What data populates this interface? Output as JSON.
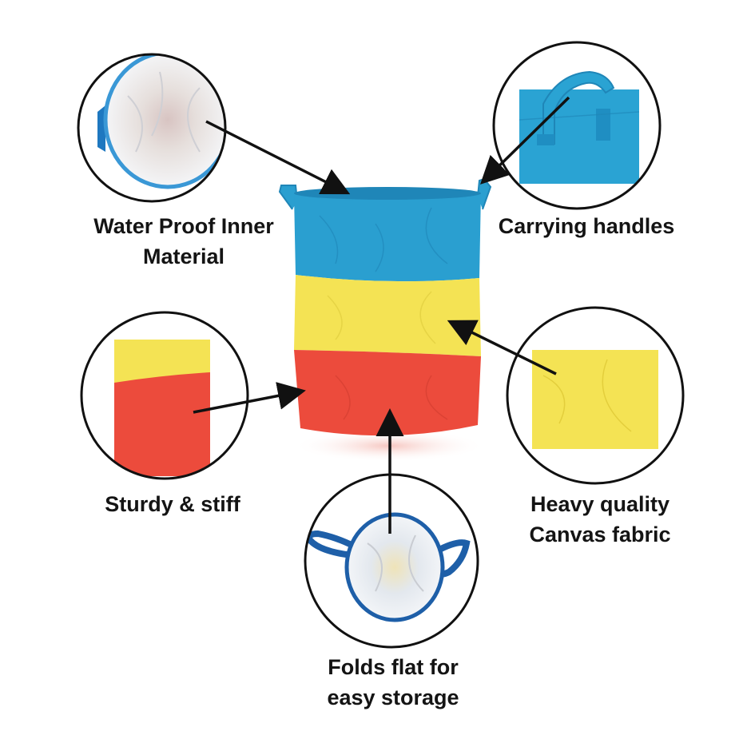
{
  "colors": {
    "blue": "#2a9fd0",
    "blue_dark": "#1f86b8",
    "yellow": "#f4e354",
    "red": "#ec4b3c",
    "liner": "#e9ecef",
    "trim": "#1e5fa8",
    "outline": "#111111"
  },
  "features": {
    "waterproof": {
      "icon": "waterproof-liner-icon",
      "lines": [
        "Water Proof Inner",
        "Material"
      ]
    },
    "handles": {
      "icon": "handle-icon",
      "lines": [
        "Carrying handles"
      ]
    },
    "sturdy": {
      "icon": "fabric-edge-icon",
      "lines": [
        "Sturdy & stiff"
      ]
    },
    "canvas": {
      "icon": "fabric-swatch-icon",
      "lines": [
        "Heavy quality",
        "Canvas fabric"
      ]
    },
    "folds": {
      "icon": "folded-basket-icon",
      "lines": [
        "Folds flat for",
        "easy storage"
      ]
    }
  }
}
